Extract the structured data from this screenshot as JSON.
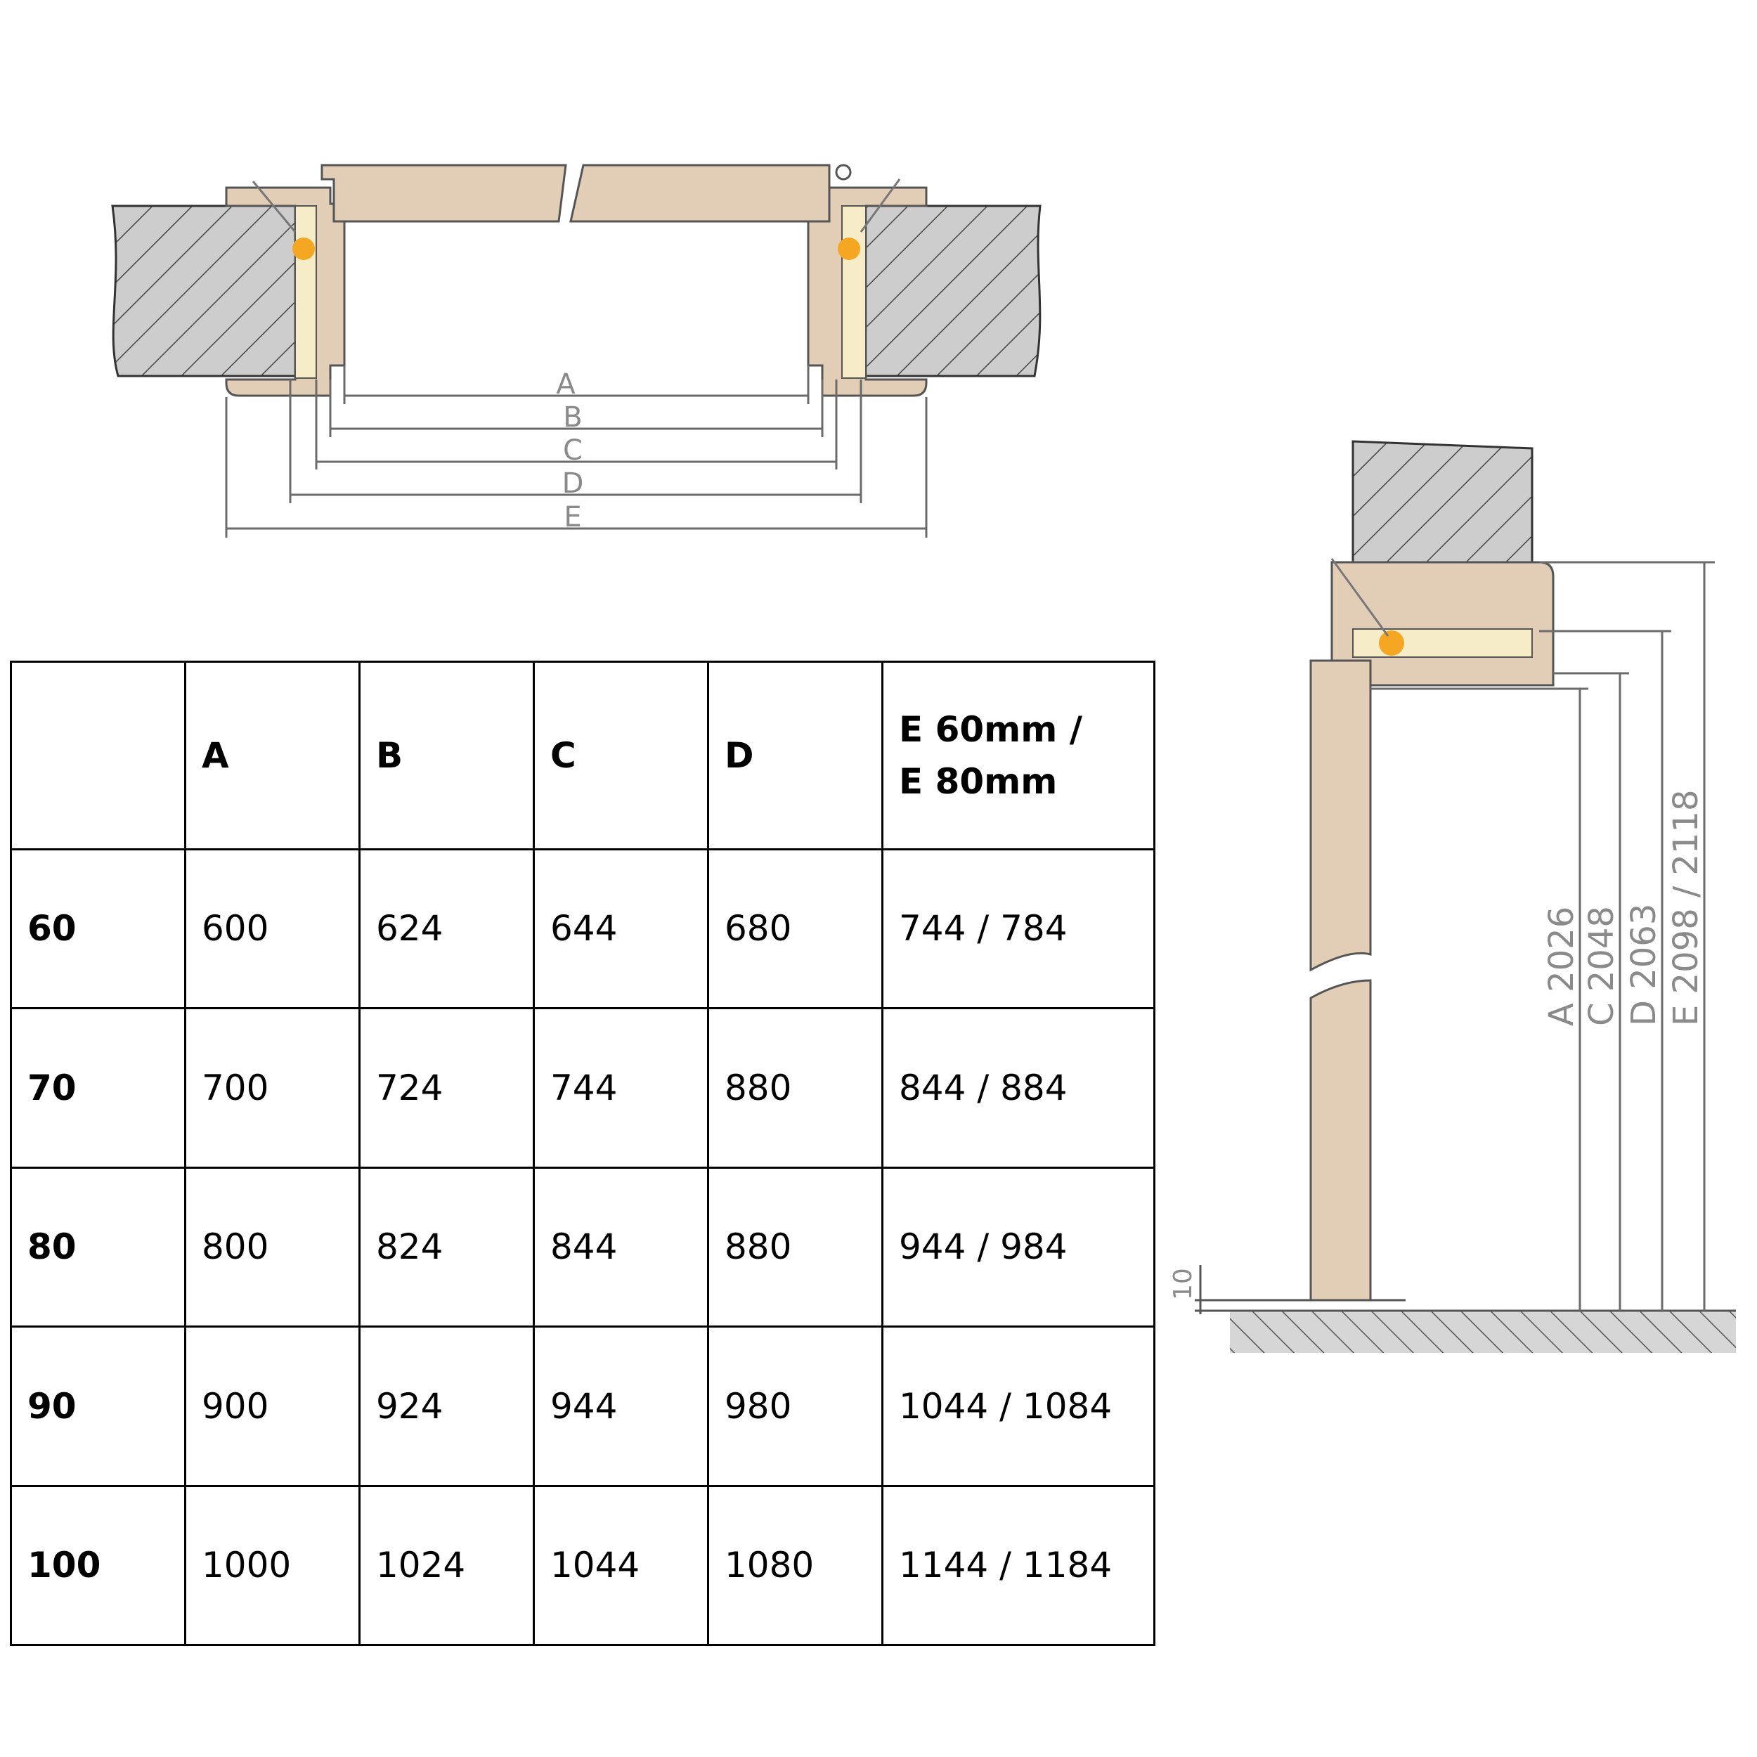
{
  "top_view": {
    "dimension_labels": [
      "A",
      "B",
      "C",
      "D",
      "E"
    ]
  },
  "table": {
    "headers": [
      "",
      "A",
      "B",
      "C",
      "D",
      "E 60mm /\nE 80mm"
    ],
    "header_e_line1": "E 60mm /",
    "header_e_line2": "E 80mm",
    "rows": [
      {
        "size": "60",
        "A": "600",
        "B": "624",
        "C": "644",
        "D": "680",
        "E": "744 / 784"
      },
      {
        "size": "70",
        "A": "700",
        "B": "724",
        "C": "744",
        "D": "880",
        "E": "844 / 884"
      },
      {
        "size": "80",
        "A": "800",
        "B": "824",
        "C": "844",
        "D": "880",
        "E": "944 / 984"
      },
      {
        "size": "90",
        "A": "900",
        "B": "924",
        "C": "944",
        "D": "980",
        "E": "1044 / 1084"
      },
      {
        "size": "100",
        "A": "1000",
        "B": "1024",
        "C": "1044",
        "D": "1080",
        "E": "1144 / 1184"
      }
    ]
  },
  "side_view": {
    "labels": {
      "A": "A 2026",
      "C": "C 2048",
      "D": "D 2063",
      "E": "E 2098 / 2118",
      "gap": "10"
    }
  },
  "colors": {
    "wood": "#e2cdb6",
    "wall": "#c9c9c9",
    "foam": "#f6ecc8",
    "marker": "#f5a623",
    "line": "#6b6b6b"
  }
}
